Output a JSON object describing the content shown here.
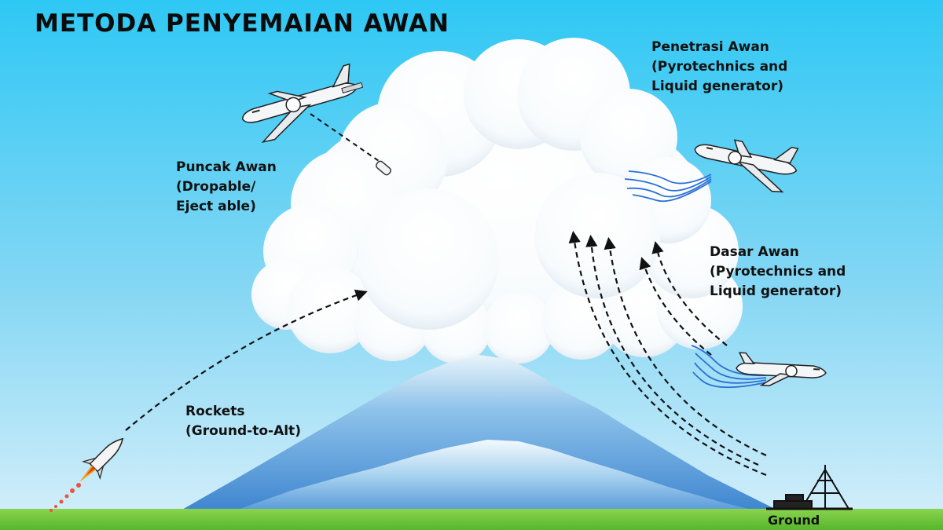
{
  "title": "METODA PENYEMAIAN AWAN",
  "labels": {
    "penetrasi": "Penetrasi Awan\n(Pyrotechnics and\nLiquid generator)",
    "puncak": "Puncak Awan\n(Dropable/\nEject able)",
    "dasar": "Dasar Awan\n(Pyrotechnics and\nLiquid generator)",
    "rockets": "Rockets\n(Ground-to-Alt)",
    "ground": "Ground"
  },
  "colors": {
    "sky_top": "#2ec8f4",
    "sky_bottom": "#d6effa",
    "cloud": "#ffffff",
    "cloud_shade": "#dfe9f1",
    "mountain_dark": "#3f86d0",
    "mountain_light": "#bfe0f5",
    "grass": "#6cc93c",
    "seeding_trail": "#2a6fd6",
    "flight_path": "#111111"
  },
  "icons": [
    "airplane-icon",
    "rocket-icon",
    "canister-icon",
    "ground-generator-icon",
    "arrow-icon"
  ]
}
